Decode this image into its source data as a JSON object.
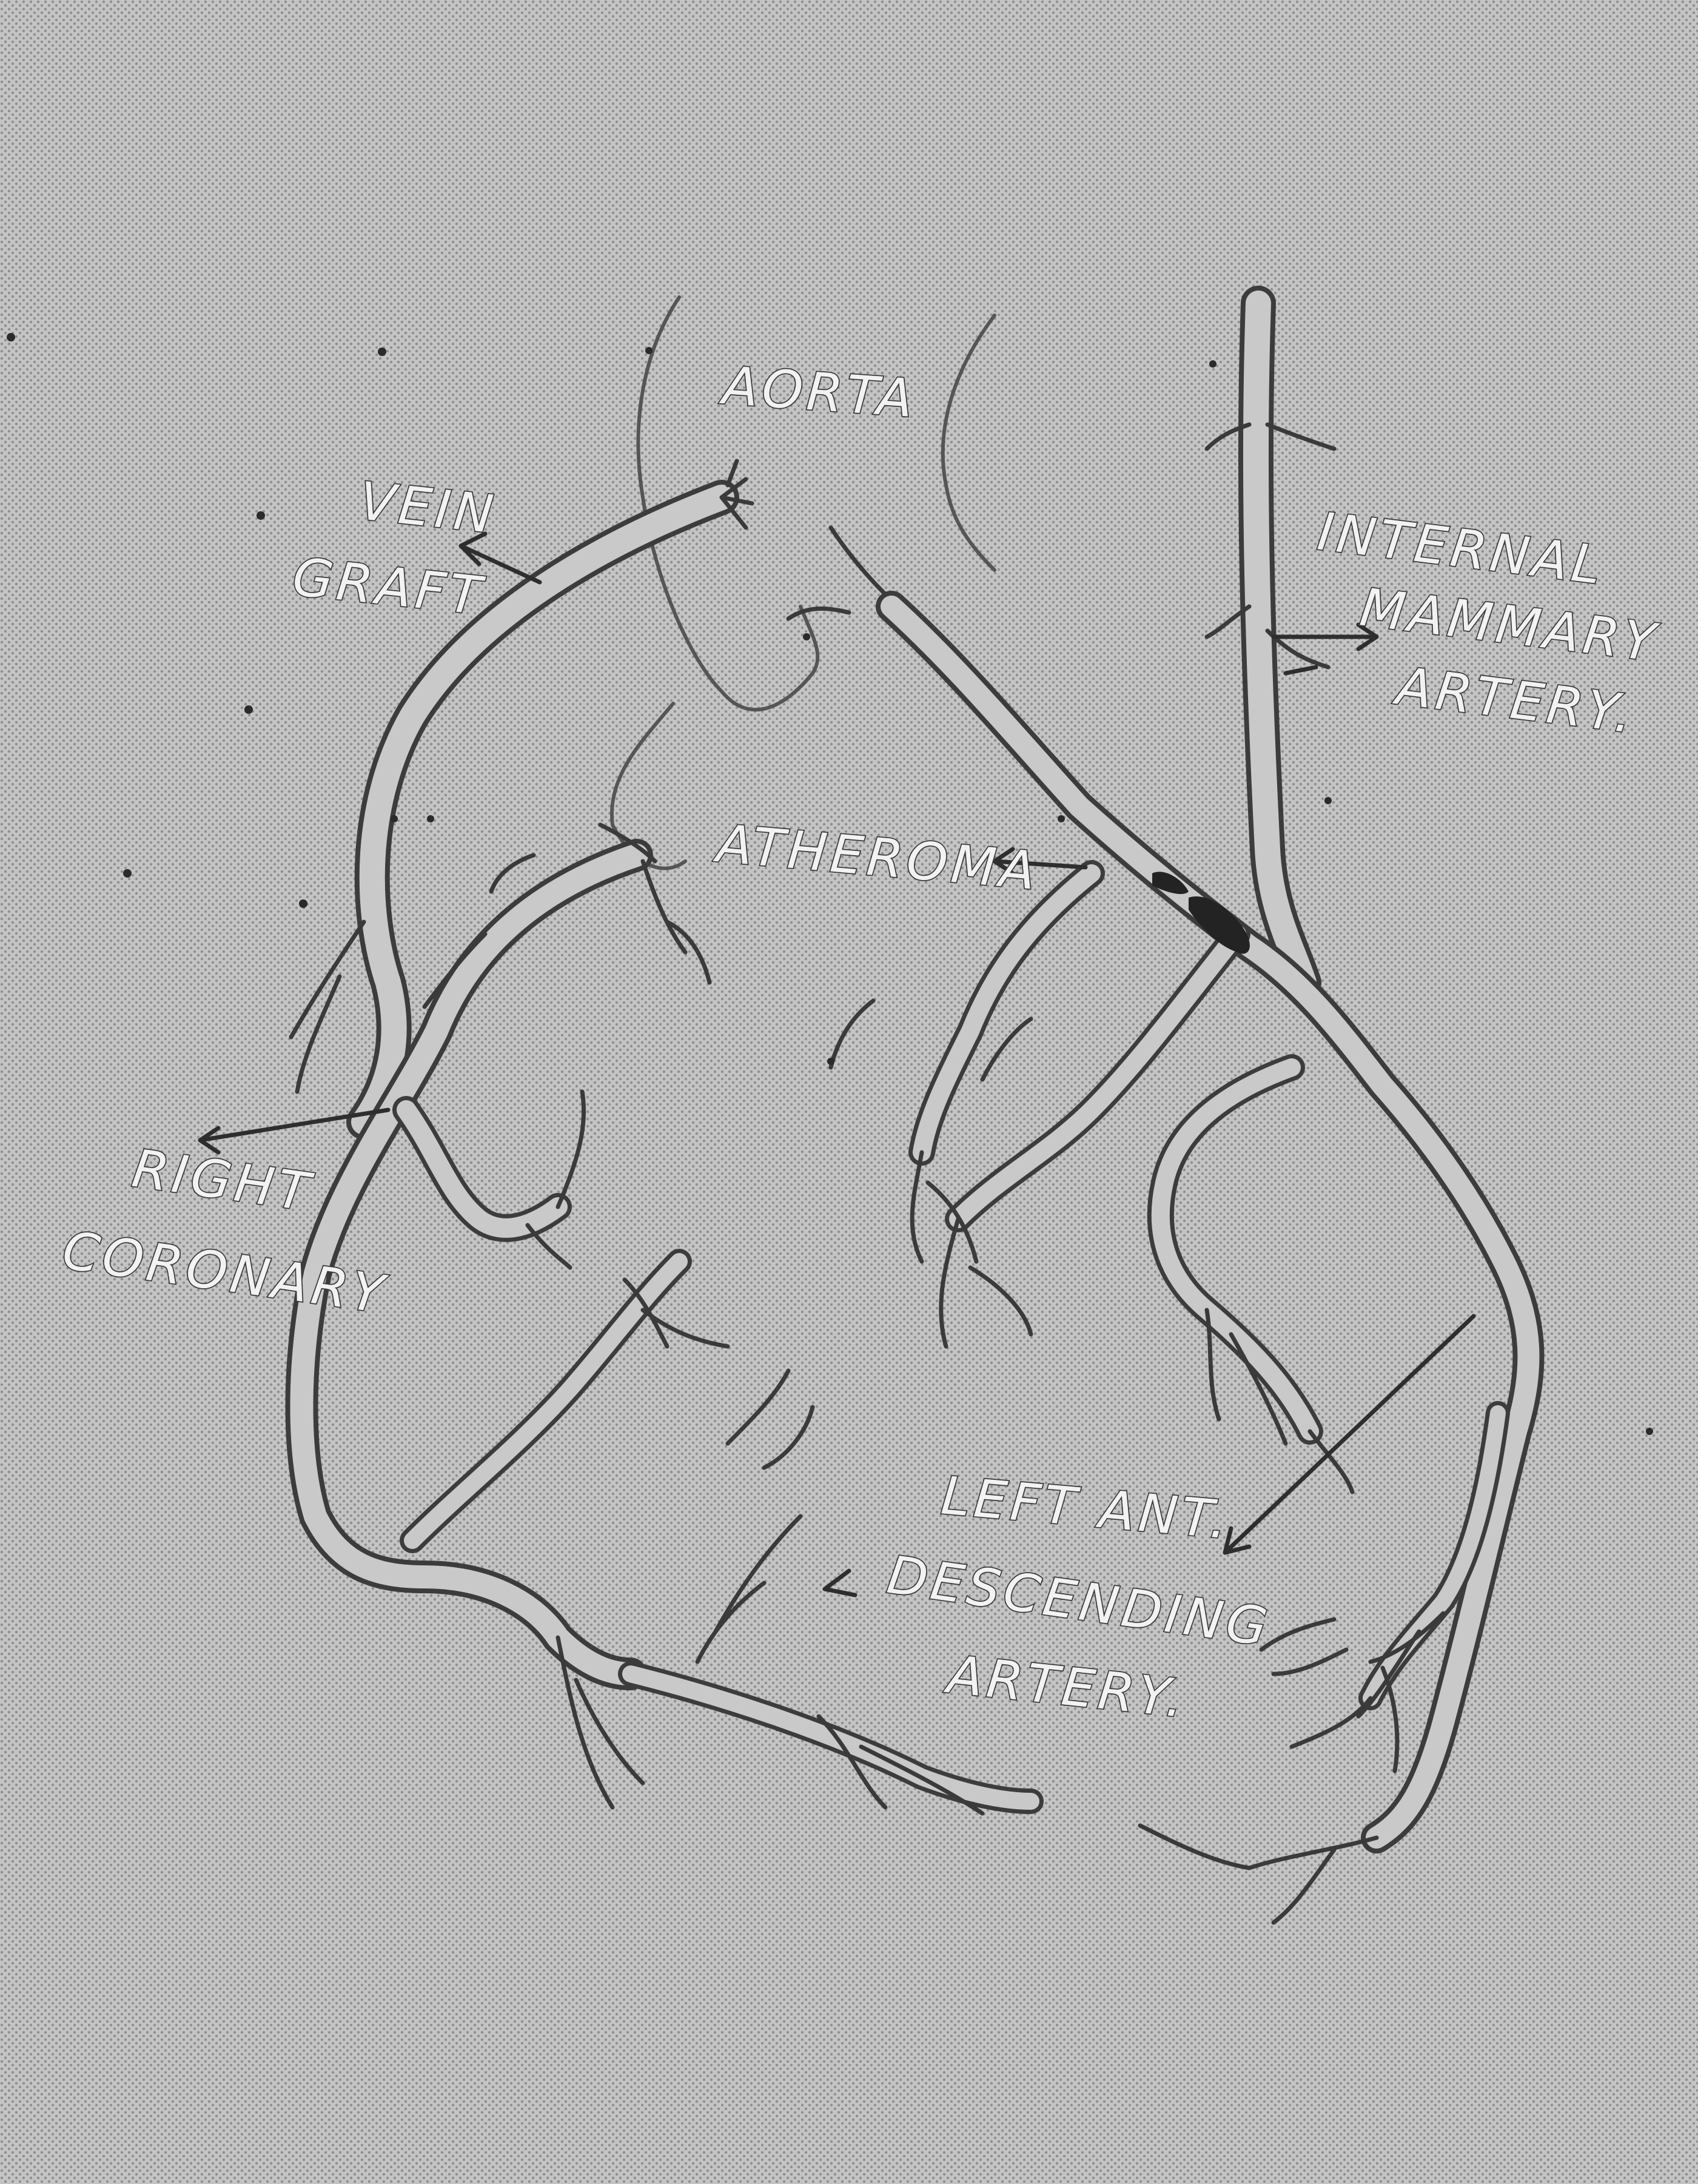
{
  "figure": {
    "background_color": "#bdbdbd",
    "ink_color": "#3a3a3a",
    "labels": {
      "aorta": "AORTA",
      "vein_graft_line1": "VEIN",
      "vein_graft_line2": "GRAFT",
      "internal_mammary_line1": "INTERNAL",
      "internal_mammary_line2": "MAMMARY",
      "internal_mammary_line3": "ARTERY.",
      "atheroma": "ATHEROMA",
      "right_coronary_line1": "RIGHT",
      "right_coronary_line2": "CORONARY",
      "lad_line1": "LEFT ANT.",
      "lad_line2": "DESCENDING",
      "lad_line3": "ARTERY."
    }
  }
}
